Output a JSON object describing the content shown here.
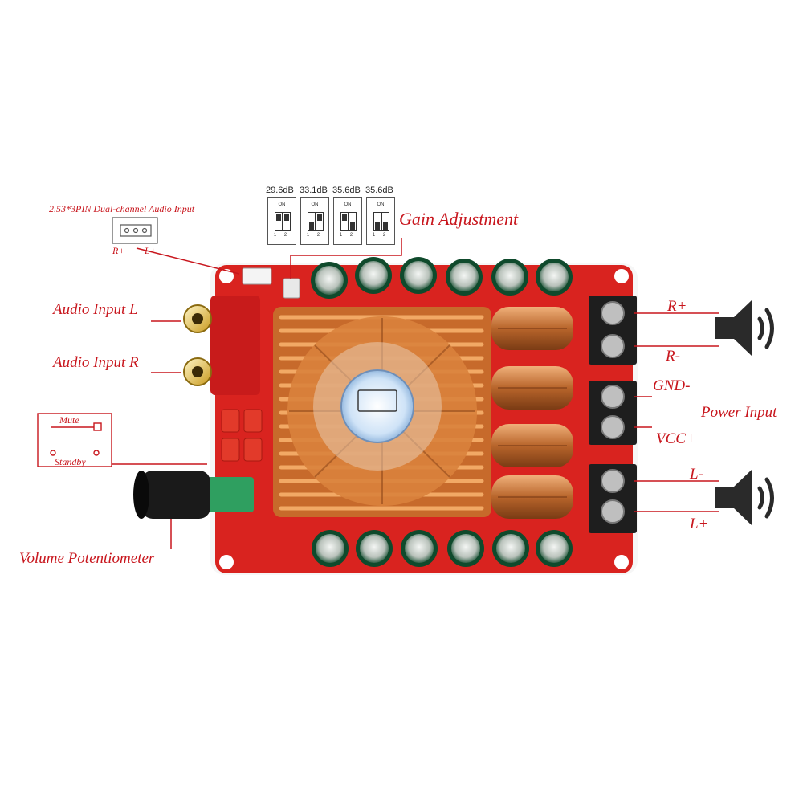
{
  "labels": {
    "pin_header": "2.53*3PIN Dual-channel Audio Input",
    "pin_r": "R+",
    "pin_l": "L+",
    "audio_l": "Audio Input L",
    "audio_r": "Audio Input R",
    "mute": "Mute",
    "standby": "Standby",
    "volume": "Volume Potentiometer",
    "gain": "Gain Adjustment",
    "r_plus": "R+",
    "r_minus": "R-",
    "gnd": "GND-",
    "vcc": "VCC+",
    "power": "Power Input",
    "l_minus": "L-",
    "l_plus": "L+"
  },
  "gain_settings": [
    "29.6dB",
    "33.1dB",
    "35.6dB",
    "35.6dB"
  ],
  "dip_on_label": "ON",
  "dip_numbers": "1 2",
  "colors": {
    "label_red": "#c8161d",
    "board_red": "#d9231f",
    "heatsink": "#d9823c"
  },
  "icons": [
    "speaker-icon",
    "speaker-icon"
  ]
}
